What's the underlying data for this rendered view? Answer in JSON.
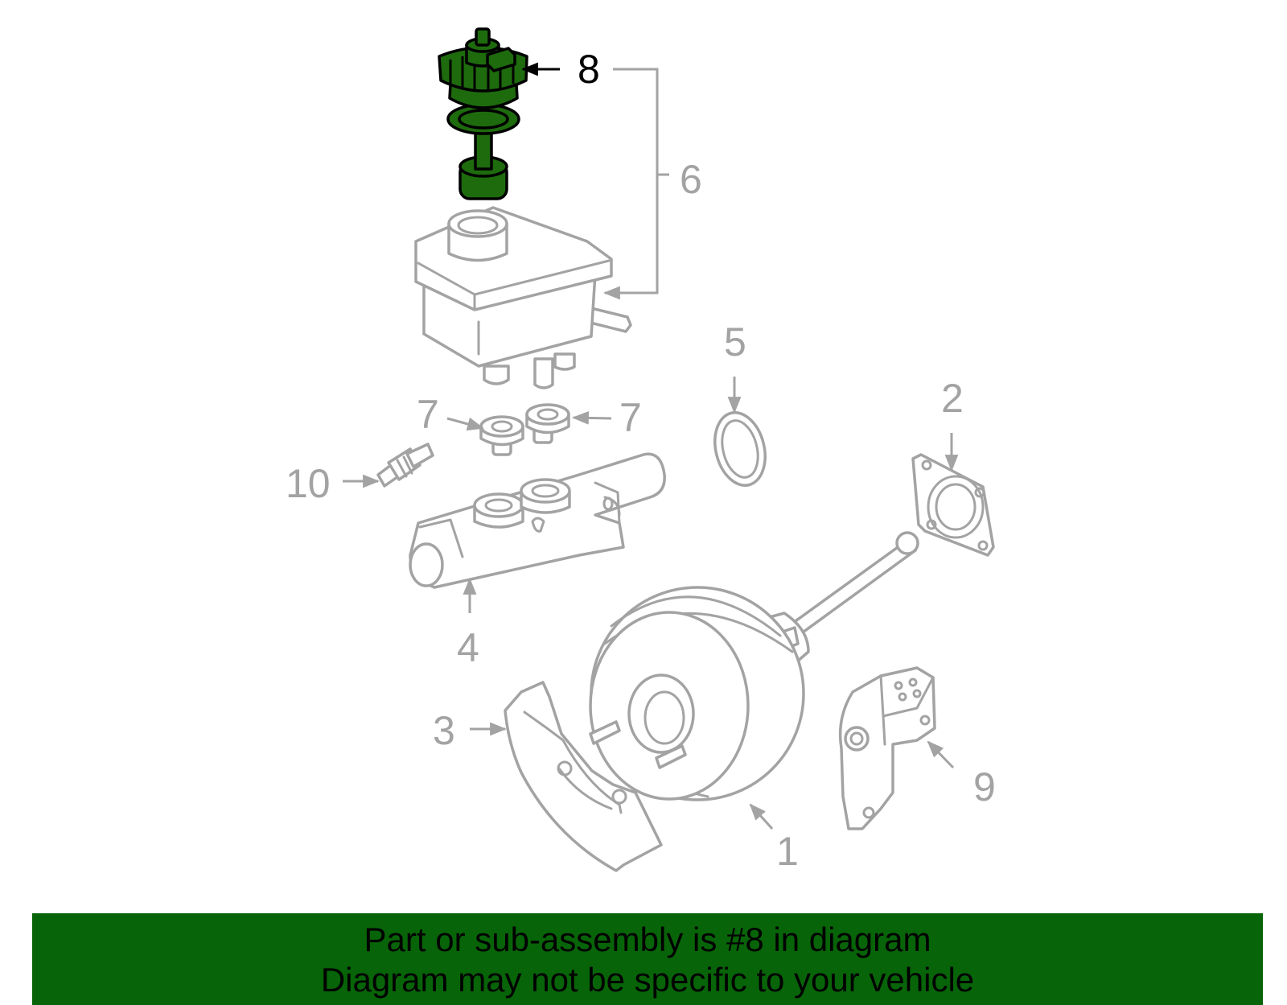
{
  "diagram": {
    "highlighted_part": "8",
    "callouts": {
      "c1": "1",
      "c2": "2",
      "c3": "3",
      "c4": "4",
      "c5": "5",
      "c6": "6",
      "c7a": "7",
      "c7b": "7",
      "c8": "8",
      "c9": "9",
      "c10": "10"
    },
    "colors": {
      "highlight_fill": "#1e6b0e",
      "part_stroke": "#a3a3a3",
      "banner_background": "#086408"
    }
  },
  "footer": {
    "line1": "Part or sub-assembly is #8 in diagram",
    "line2": "Diagram may not be specific to your vehicle"
  }
}
